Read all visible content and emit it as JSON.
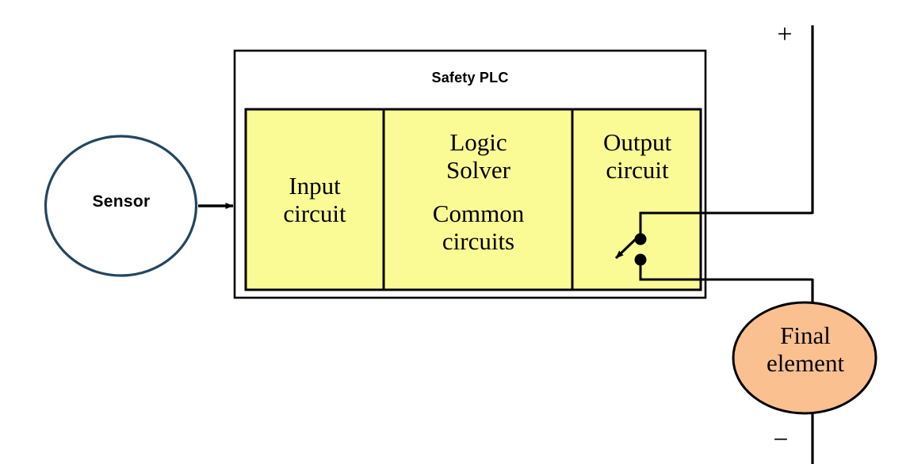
{
  "diagram": {
    "title": "Safety PLC",
    "colors": {
      "block_fill": "#FBFB96",
      "sensor_stroke": "#24465E",
      "final_element_fill": "#FAC090",
      "line": "#000000",
      "background": "#FFFFFF"
    },
    "sensor": {
      "label": "Sensor",
      "shape": "ellipse"
    },
    "plc": {
      "title": "Safety PLC",
      "blocks": [
        {
          "id": "input",
          "label": "Input\ncircuit"
        },
        {
          "id": "logic",
          "label_top": "Logic\nSolver",
          "label_bottom": "Common\ncircuits"
        },
        {
          "id": "output",
          "label": "Output\ncircuit"
        }
      ]
    },
    "output_switch": {
      "name": "output-switch",
      "contacts": 2,
      "state": "open-arrow"
    },
    "final_element": {
      "label": "Final\nelement",
      "shape": "ellipse"
    },
    "power_rail": {
      "positive_label": "+",
      "negative_label": "−"
    },
    "signal_flow": {
      "sensor_to_plc": "arrow"
    }
  }
}
